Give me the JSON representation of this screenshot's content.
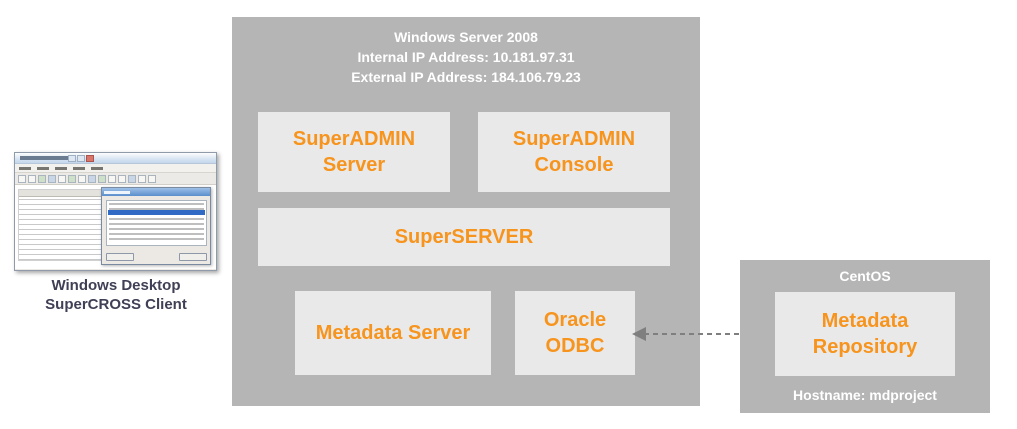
{
  "client": {
    "caption_line1": "Windows Desktop",
    "caption_line2": "SuperCROSS Client"
  },
  "server_box": {
    "title": "Windows Server 2008",
    "internal_ip": "Internal IP Address: 10.181.97.31",
    "external_ip": "External IP Address: 184.106.79.23",
    "superadmin_server": "SuperADMIN Server",
    "superadmin_console": "SuperADMIN Console",
    "superserver": "SuperSERVER",
    "metadata_server": "Metadata Server",
    "oracle_odbc": "Oracle ODBC"
  },
  "centos_box": {
    "title": "CentOS",
    "metadata_repository": "Metadata Repository",
    "hostname": "Hostname: mdproject"
  },
  "colors": {
    "group_box_gray": "#b5b5b5",
    "node_box_gray": "#e9e9e9",
    "accent_orange": "#f7941d",
    "title_white": "#ffffff",
    "caption_dark": "#3f3f55",
    "arrow_gray": "#7f7f7f"
  }
}
